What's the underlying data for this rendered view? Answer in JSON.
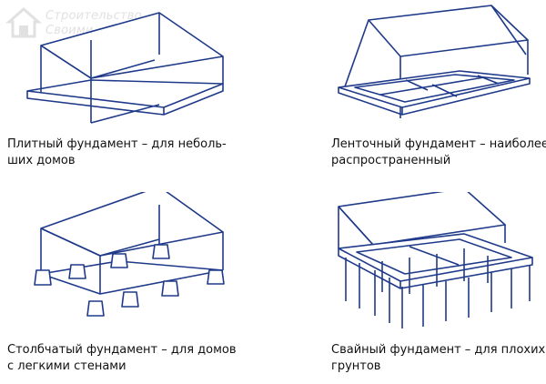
{
  "watermark": {
    "line1": "Строительство",
    "line2": "Своими"
  },
  "colors": {
    "line": "#1f3a8a",
    "slab": "#ffffff"
  },
  "panels": [
    {
      "caption": [
        "Плитный фундамент – для неболь-",
        "ших домов"
      ]
    },
    {
      "caption": [
        "Ленточный фундамент – наиболее",
        "распространенный"
      ]
    },
    {
      "caption": [
        "Столбчатый фундамент – для домов",
        "с легкими стенами"
      ]
    },
    {
      "caption": [
        "Свайный фундамент – для плохих",
        "грунтов"
      ]
    }
  ]
}
